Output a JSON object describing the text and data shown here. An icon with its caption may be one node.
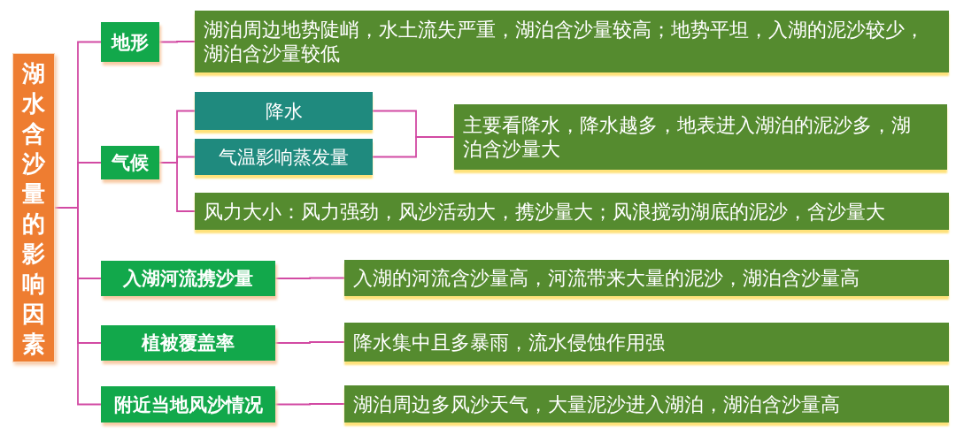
{
  "diagram": {
    "nodes": [
      {
        "text": [
          "湖水含沙量的影响因素"
        ]
      },
      {
        "text": [
          "地形"
        ]
      },
      {
        "text": [
          "湖泊周边地势陡峭，水土流失严重，湖泊含沙量较高；地势平坦，入湖的泥沙较少，湖泊含沙量较低"
        ]
      },
      {
        "text": [
          "气候"
        ]
      },
      {
        "text": [
          "降水"
        ]
      },
      {
        "text": [
          "气温影响蒸发量"
        ]
      },
      {
        "text": [
          "主要看降水，降水越多，地表进入湖泊的泥沙多，湖泊含沙量大"
        ]
      },
      {
        "text": [
          "风力大小：风力强劲，风沙活动大，携沙量大；风浪搅动湖底的泥沙，含沙量大"
        ]
      },
      {
        "text": [
          "入湖河流携沙量"
        ]
      },
      {
        "text": [
          "入湖的河流含沙量高，河流带来大量的泥沙，湖泊含沙量高"
        ]
      },
      {
        "text": [
          "植被覆盖率"
        ]
      },
      {
        "text": [
          "降水集中且多暴雨，流水侵蚀作用强"
        ]
      },
      {
        "text": [
          "附近当地风沙情况"
        ]
      },
      {
        "text": [
          "湖泊周边多风沙天气，大量泥沙进入湖泊，湖泊含沙量高"
        ]
      }
    ],
    "edges": [
      {
        "from": 0,
        "to": 1,
        "arrow": "none"
      },
      {
        "from": 0,
        "to": 3,
        "arrow": "none"
      },
      {
        "from": 0,
        "to": 8,
        "arrow": "none"
      },
      {
        "from": 0,
        "to": 10,
        "arrow": "none"
      },
      {
        "from": 0,
        "to": 12,
        "arrow": "none"
      },
      {
        "from": 1,
        "to": 2,
        "arrow": "none"
      },
      {
        "from": 3,
        "to": 4,
        "arrow": "none"
      },
      {
        "from": 3,
        "to": 5,
        "arrow": "none"
      },
      {
        "from": 3,
        "to": 7,
        "arrow": "none"
      },
      {
        "from": 4,
        "to": 6,
        "arrow": "none"
      },
      {
        "from": 5,
        "to": 6,
        "arrow": "none"
      },
      {
        "from": 8,
        "to": 9,
        "arrow": "none"
      },
      {
        "from": 10,
        "to": 11,
        "arrow": "none"
      },
      {
        "from": 12,
        "to": 13,
        "arrow": "none"
      }
    ]
  }
}
